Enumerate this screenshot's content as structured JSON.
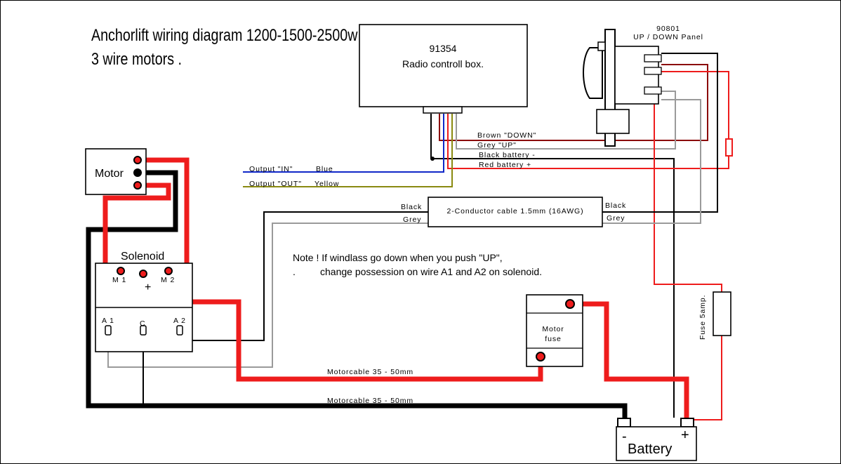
{
  "title": {
    "line1": "Anchorlift wiring diagram 1200-1500-2500w",
    "line2": "3 wire motors ."
  },
  "radio_box": {
    "part": "91354",
    "name": "Radio controll box."
  },
  "panel": {
    "part": "90801",
    "name": "UP / DOWN Panel"
  },
  "motor": {
    "label": "Motor"
  },
  "solenoid": {
    "label": "Solenoid",
    "m1": "M 1",
    "m2": "M 2",
    "plus": "+",
    "a1": "A 1",
    "c": "C",
    "a2": "A 2"
  },
  "wires": {
    "brown_down": "Brown \"DOWN\"",
    "grey_up": "Grey \"UP\"",
    "black_battery": "Black battery -",
    "red_battery": "Red battery +",
    "output_in": "Output \"IN\"",
    "blue": "Blue",
    "output_out": "Output \"OUT\"",
    "yellow": "Yellow",
    "black_left": "Black",
    "grey_left": "Grey",
    "black_right": "Black",
    "grey_right": "Grey",
    "cable": "2-Conductor cable 1.5mm (16AWG)",
    "motorcable_1": "Motorcable 35 - 50mm",
    "motorcable_2": "Motorcable 35 - 50mm"
  },
  "note": {
    "line1": "Note ! If  windlass go down when you push \"UP\",",
    "line2_prefix": ".",
    "line2": "change possession on wire A1 and A2 on solenoid."
  },
  "motor_fuse": {
    "line1": "Motor",
    "line2": "fuse"
  },
  "fuse_5amp": "Fuse 5amp.",
  "battery": {
    "label": "Battery",
    "minus": "-",
    "plus": "+"
  },
  "colors": {
    "red": "#ee1c1c",
    "brown": "#8b0a0a",
    "grey": "#9a9a9a",
    "blue": "#1028c8",
    "yellow": "#8a8a10",
    "black": "#000000"
  }
}
